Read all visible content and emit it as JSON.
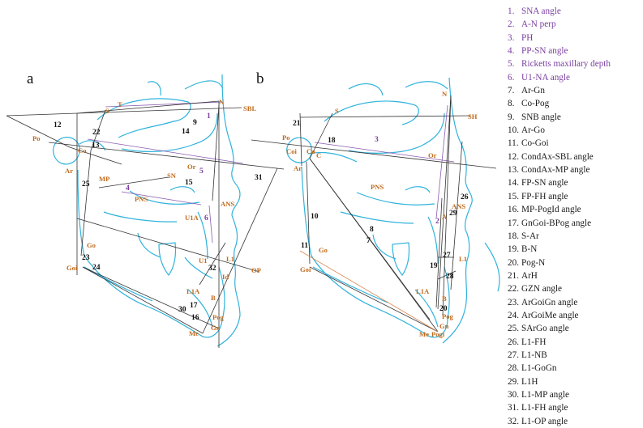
{
  "panels": {
    "a": {
      "letter": "a"
    },
    "b": {
      "letter": "b"
    }
  },
  "colors": {
    "soft_tissue": "#31b3dc",
    "landmark_label": "#c06a1c",
    "highlight_purple": "#7b3fa0",
    "line": "#333333"
  },
  "landmarks_a": {
    "S": "S",
    "T": "T",
    "N": "N",
    "SBL": "SBL",
    "Po": "Po",
    "Co": "Co",
    "Ar": "Ar",
    "MP": "MP",
    "SN": "SN",
    "Or": "Or",
    "PNS": "PNS",
    "ANS": "ANS",
    "U1A": "U1A",
    "Go": "Go",
    "Goi": "Goi",
    "U1": "U1",
    "L1": "L1",
    "OP": "OP",
    "L1A": "L1A",
    "Id": "Id",
    "B": "B",
    "Pog": "Pog",
    "Gn": "Gn",
    "Me": "Me"
  },
  "landmarks_b": {
    "S": "S",
    "N": "N",
    "SH": "SH",
    "Po": "Po",
    "Co": "Co",
    "Coi": "Coi",
    "C": "C",
    "Ar": "Ar",
    "Or": "Or",
    "PNS": "PNS",
    "ANS": "ANS",
    "A": "A",
    "Go": "Go",
    "Goi": "Goi",
    "L1": "L1",
    "L1A": "L1A",
    "B": "B",
    "Pog": "Pog",
    "Gn": "Gn",
    "Me": "Me",
    "Pogi": "Pogi"
  },
  "numbers_a": {
    "n1": "1",
    "n4": "4",
    "n5": "5",
    "n6": "6",
    "n9": "9",
    "n12": "12",
    "n13": "13",
    "n14": "14",
    "n15": "15",
    "n16": "16",
    "n17": "17",
    "n22": "22",
    "n23": "23",
    "n24": "24",
    "n25": "25",
    "n30": "30",
    "n31": "31",
    "n32": "32"
  },
  "numbers_b": {
    "n2": "2",
    "n3": "3",
    "n7": "7",
    "n8": "8",
    "n10": "10",
    "n11": "11",
    "n18": "18",
    "n19": "19",
    "n20": "20",
    "n21": "21",
    "n26": "26",
    "n27": "27",
    "n28": "28",
    "n29": "29"
  },
  "legend": [
    {
      "num": "1.",
      "label": "SNA angle",
      "purple": true
    },
    {
      "num": "2.",
      "label": "A-N perp",
      "purple": true
    },
    {
      "num": "3.",
      "label": "PH",
      "purple": true
    },
    {
      "num": "4.",
      "label": "PP-SN angle",
      "purple": true
    },
    {
      "num": "5.",
      "label": "Ricketts maxillary depth",
      "purple": true
    },
    {
      "num": "6.",
      "label": "U1-NA angle",
      "purple": true
    },
    {
      "num": "7.",
      "label": "Ar-Gn",
      "purple": false
    },
    {
      "num": "8.",
      "label": "Co-Pog",
      "purple": false
    },
    {
      "num": "9.",
      "label": "SNB angle",
      "purple": false
    },
    {
      "num": "10.",
      "label": "Ar-Go",
      "purple": false
    },
    {
      "num": "11.",
      "label": "Co-Goi",
      "purple": false
    },
    {
      "num": "12.",
      "label": "CondAx-SBL angle",
      "purple": false
    },
    {
      "num": "13.",
      "label": "CondAx-MP angle",
      "purple": false
    },
    {
      "num": "14.",
      "label": "FP-SN angle",
      "purple": false
    },
    {
      "num": "15.",
      "label": "FP-FH angle",
      "purple": false
    },
    {
      "num": "16.",
      "label": "MP-PogId angle",
      "purple": false
    },
    {
      "num": "17.",
      "label": "GnGoi-BPog angle",
      "purple": false
    },
    {
      "num": "18.",
      "label": "S-Ar",
      "purple": false
    },
    {
      "num": "19.",
      "label": "B-N",
      "purple": false
    },
    {
      "num": "20.",
      "label": "Pog-N",
      "purple": false
    },
    {
      "num": "21.",
      "label": "ArH",
      "purple": false
    },
    {
      "num": "22.",
      "label": "GZN angle",
      "purple": false
    },
    {
      "num": "23.",
      "label": "ArGoiGn angle",
      "purple": false
    },
    {
      "num": "24.",
      "label": "ArGoiMe angle",
      "purple": false
    },
    {
      "num": "25.",
      "label": "SArGo angle",
      "purple": false
    },
    {
      "num": "26.",
      "label": "L1-FH",
      "purple": false
    },
    {
      "num": "27.",
      "label": "L1-NB",
      "purple": false
    },
    {
      "num": "28.",
      "label": "L1-GoGn",
      "purple": false
    },
    {
      "num": "29.",
      "label": "L1H",
      "purple": false
    },
    {
      "num": "30.",
      "label": "L1-MP angle",
      "purple": false
    },
    {
      "num": "31.",
      "label": "L1-FH angle",
      "purple": false
    },
    {
      "num": "32.",
      "label": "L1-OP angle",
      "purple": false
    }
  ]
}
